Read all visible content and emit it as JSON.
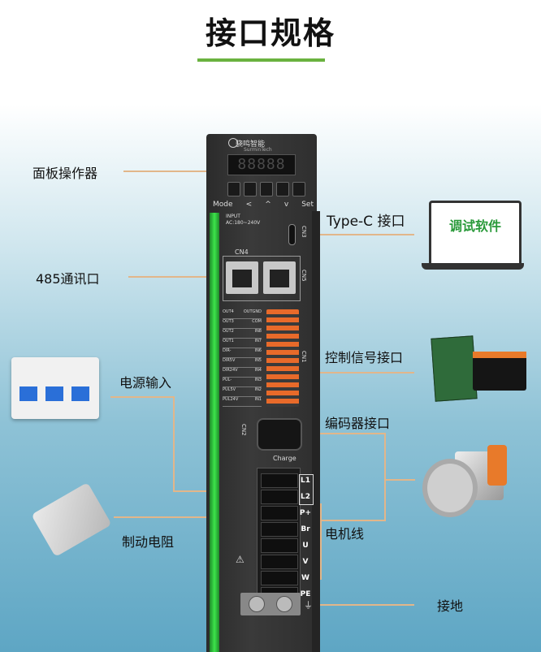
{
  "title": "接口规格",
  "colors": {
    "accent_green": "#6ab23f",
    "callout_line": "#e2b68a"
  },
  "labels": {
    "panel": "面板操作器",
    "rs485": "485通讯口",
    "power_in": "电源输入",
    "brake_res": "制动电阻",
    "typec": "Type-C 接口",
    "control": "控制信号接口",
    "encoder": "编码器接口",
    "motor": "电机线",
    "ground": "接地"
  },
  "laptop_text": "调试软件",
  "drive": {
    "brand": "骁鸣智能",
    "brand_sub": "SurminTech",
    "display": "88888",
    "keys": [
      "Mode",
      "<",
      "^",
      "v",
      "Set"
    ],
    "input_title": "INPUT",
    "input_spec": "AC:180~240V",
    "cn3": "CN3",
    "cn4": "CN4",
    "cn5": "CN5",
    "cn1": "CN1",
    "cn2": "CN2",
    "charge": "Charge",
    "pins": [
      "L1",
      "L2",
      "P+",
      "Br",
      "U",
      "V",
      "W",
      "PE"
    ],
    "signal_rows": [
      [
        "OUT4",
        "OUTGND"
      ],
      [
        "OUT3",
        "COM"
      ],
      [
        "OUT2",
        "IN8"
      ],
      [
        "OUT1",
        "IN7"
      ],
      [
        "DIR-",
        "IN6"
      ],
      [
        "DIR5V",
        "IN5"
      ],
      [
        "DIR24V",
        "IN4"
      ],
      [
        "PUL-",
        "IN3"
      ],
      [
        "PUL5V",
        "IN2"
      ],
      [
        "PUL24V",
        "IN1"
      ]
    ]
  },
  "icons": [
    "warning-icon",
    "ground-icon",
    "usb-c-port-icon",
    "rj45-port-icon"
  ]
}
